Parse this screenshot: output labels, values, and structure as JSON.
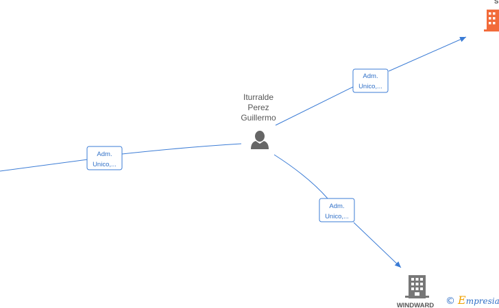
{
  "colors": {
    "edge": "#3a7bd5",
    "edge_text": "#2f6fc7",
    "person": "#666666",
    "company_grey": "#777777",
    "company_orange": "#f26b3a",
    "brand_orange": "#f0a000",
    "brand_blue": "#2f6fc7"
  },
  "nodes": {
    "person": {
      "icon": "person-icon",
      "name_lines": [
        "Iturralde",
        "Perez",
        "Guillermo"
      ]
    },
    "company_bottom": {
      "icon": "building-icon",
      "label": "WINDWARD"
    },
    "company_top_right": {
      "icon": "building-icon",
      "label": "SL"
    }
  },
  "edges": [
    {
      "id": "edge-left",
      "label_lines": [
        "Adm.",
        "Unico,..."
      ]
    },
    {
      "id": "edge-top-right",
      "label_lines": [
        "Adm.",
        "Unico,..."
      ]
    },
    {
      "id": "edge-bottom",
      "label_lines": [
        "Adm.",
        "Unico,..."
      ]
    }
  ],
  "footer": {
    "copyright_symbol": "©",
    "brand_initial": "E",
    "brand_rest": "mpresia"
  }
}
